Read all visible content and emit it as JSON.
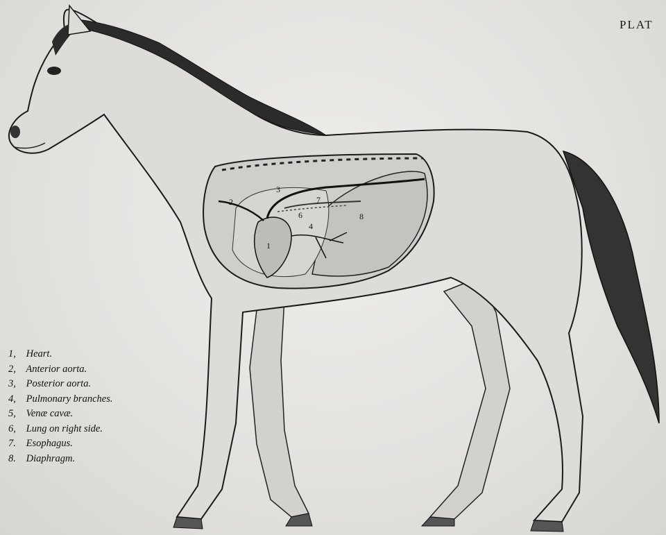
{
  "plate": {
    "title": "PLAT"
  },
  "organ_numbers": {
    "heart": "1",
    "anterior_aorta": "2",
    "posterior_aorta": "3",
    "pulmonary_branches": "4",
    "lung": "6",
    "esophagus": "7",
    "diaphragm": "8"
  },
  "legend": {
    "items": [
      {
        "num": "1,",
        "label": "Heart."
      },
      {
        "num": "2,",
        "label": "Anterior aorta."
      },
      {
        "num": "3,",
        "label": "Posterior aorta."
      },
      {
        "num": "4,",
        "label": "Pulmonary branches."
      },
      {
        "num": "5,",
        "label": "Venæ cavæ."
      },
      {
        "num": "6,",
        "label": "Lung on right side."
      },
      {
        "num": "7.",
        "label": "Esophagus."
      },
      {
        "num": "8.",
        "label": "Diaphragm."
      }
    ]
  },
  "colors": {
    "paper": "#e4e3e0",
    "body": "#dcdbd8",
    "ink": "#1a1a1a",
    "mane": "#2b2b2b"
  }
}
